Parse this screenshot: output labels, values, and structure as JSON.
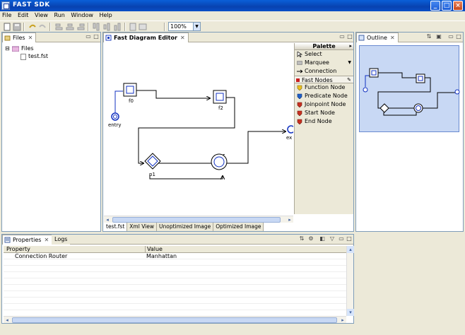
{
  "window": {
    "title": "FAST SDK"
  },
  "menu": [
    "File",
    "Edit",
    "View",
    "Run",
    "Window",
    "Help"
  ],
  "toolbar": {
    "zoom": "100%"
  },
  "files_view": {
    "tab_label": "Files",
    "tree": [
      {
        "label": "Files"
      },
      {
        "label": "test.fst"
      }
    ]
  },
  "editor": {
    "tab_label": "Fast Diagram Editor",
    "diagram": {
      "nodes": [
        {
          "label": "f0"
        },
        {
          "label": "f2"
        },
        {
          "label": "entry"
        },
        {
          "label": "p1"
        },
        {
          "label": "ex"
        }
      ]
    },
    "palette": {
      "title": "Palette",
      "tools": [
        {
          "label": "Select"
        },
        {
          "label": "Marquee"
        },
        {
          "label": "Connection"
        }
      ],
      "drawer": "Fast Nodes",
      "nodes": [
        {
          "label": "Function Node",
          "color": "#e8c020"
        },
        {
          "label": "Predicate Node",
          "color": "#2060c8"
        },
        {
          "label": "Joinpoint Node",
          "color": "#c83020"
        },
        {
          "label": "Start Node",
          "color": "#c83020"
        },
        {
          "label": "End Node",
          "color": "#c83020"
        }
      ]
    },
    "bottom_tabs": [
      "test.fst",
      "Xml View",
      "Unoptimized Image",
      "Optimized Image"
    ]
  },
  "outline_view": {
    "tab_label": "Outline"
  },
  "properties_view": {
    "tab_label": "Properties",
    "logs_tab": "Logs",
    "columns": [
      "Property",
      "Value"
    ],
    "rows": [
      {
        "property": "Connection Router",
        "value": "Manhattan"
      }
    ]
  },
  "colors": {
    "accent": "#0a50c8",
    "node_blue": "#2040c0",
    "outline_bg": "#c8d8f4"
  }
}
